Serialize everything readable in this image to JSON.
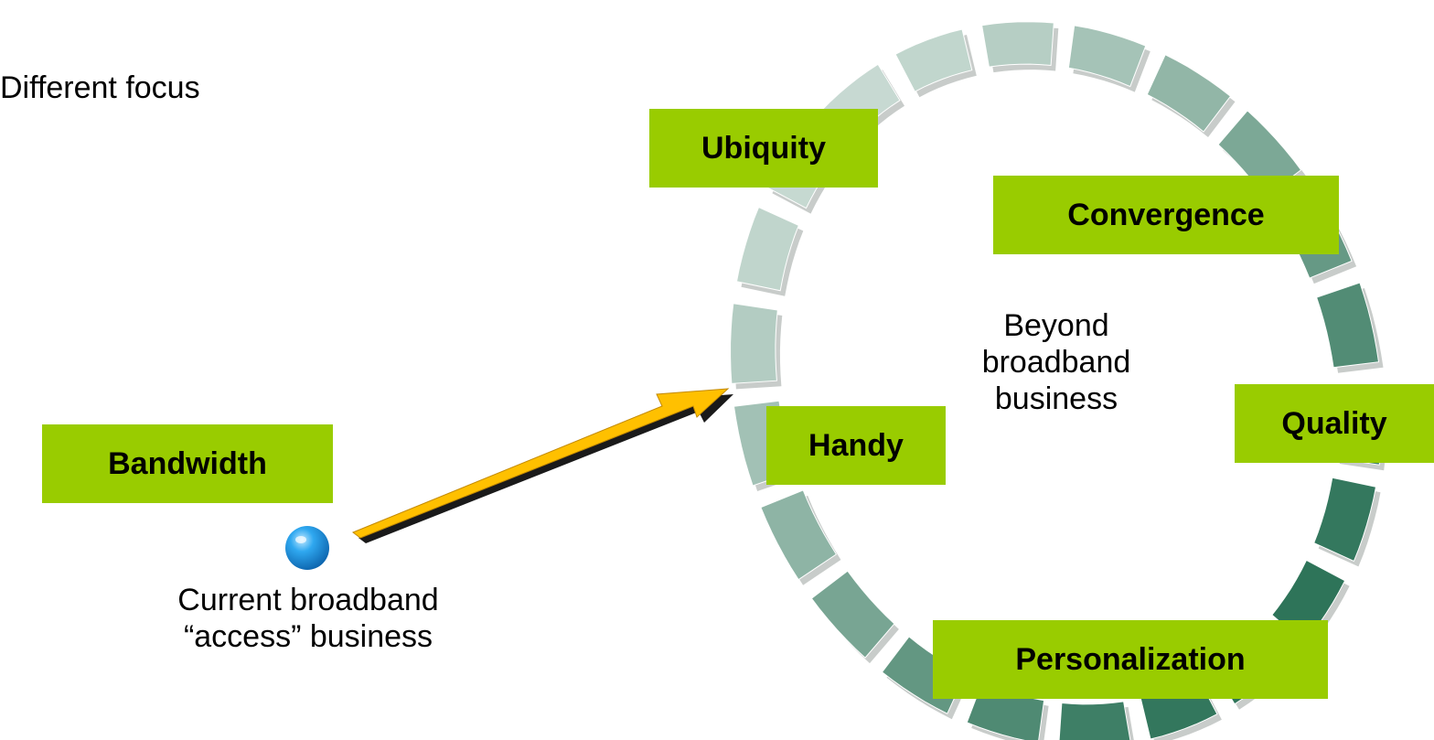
{
  "heading": "Different focus",
  "current": {
    "line1": "Current broadband",
    "line2": "“access” business",
    "label": "Bandwidth"
  },
  "center_text": {
    "line1": "Beyond",
    "line2": "broadband",
    "line3": "business"
  },
  "ring_labels": {
    "ubiquity": "Ubiquity",
    "convergence": "Convergence",
    "handy": "Handy",
    "quality": "Quality",
    "personalization": "Personalization"
  },
  "colors": {
    "label_bg": "#99cc00",
    "arrow": "#ffc000",
    "ball": "#1e9be8",
    "ring_light": "#e6eeea",
    "ring_dark": "#1f6a4d"
  }
}
